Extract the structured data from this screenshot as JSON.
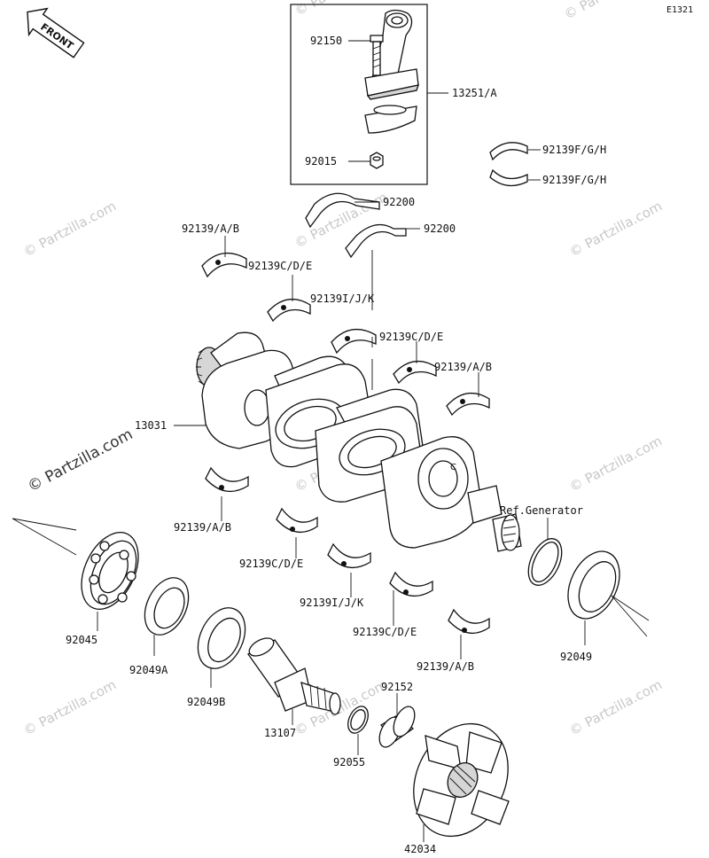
{
  "figure_code": "E1321",
  "front_arrow": {
    "text": "FRONT"
  },
  "ref_note": "Ref.Generator",
  "watermark": "© Partzilla.com",
  "parts": {
    "p92150": "92150",
    "p13251A": "13251/A",
    "p92015": "92015",
    "p92139FGH_1": "92139F/G/H",
    "p92139FGH_2": "92139F/G/H",
    "p92200_1": "92200",
    "p92200_2": "92200",
    "p92139AB_tl": "92139/A/B",
    "p92139CDE_t1": "92139C/D/E",
    "p92139IJK_t": "92139I/J/K",
    "p92139CDE_t2": "92139C/D/E",
    "p92139AB_tr": "92139/A/B",
    "p13031": "13031",
    "p92139AB_bl": "92139/A/B",
    "p92139CDE_b1": "92139C/D/E",
    "p92139IJK_b": "92139I/J/K",
    "p92139CDE_b2": "92139C/D/E",
    "p92139AB_br": "92139/A/B",
    "p92045": "92045",
    "p92049A": "92049A",
    "p92049B": "92049B",
    "p13107": "13107",
    "p92152": "92152",
    "p92055": "92055",
    "p92049": "92049",
    "p42034": "42034"
  }
}
